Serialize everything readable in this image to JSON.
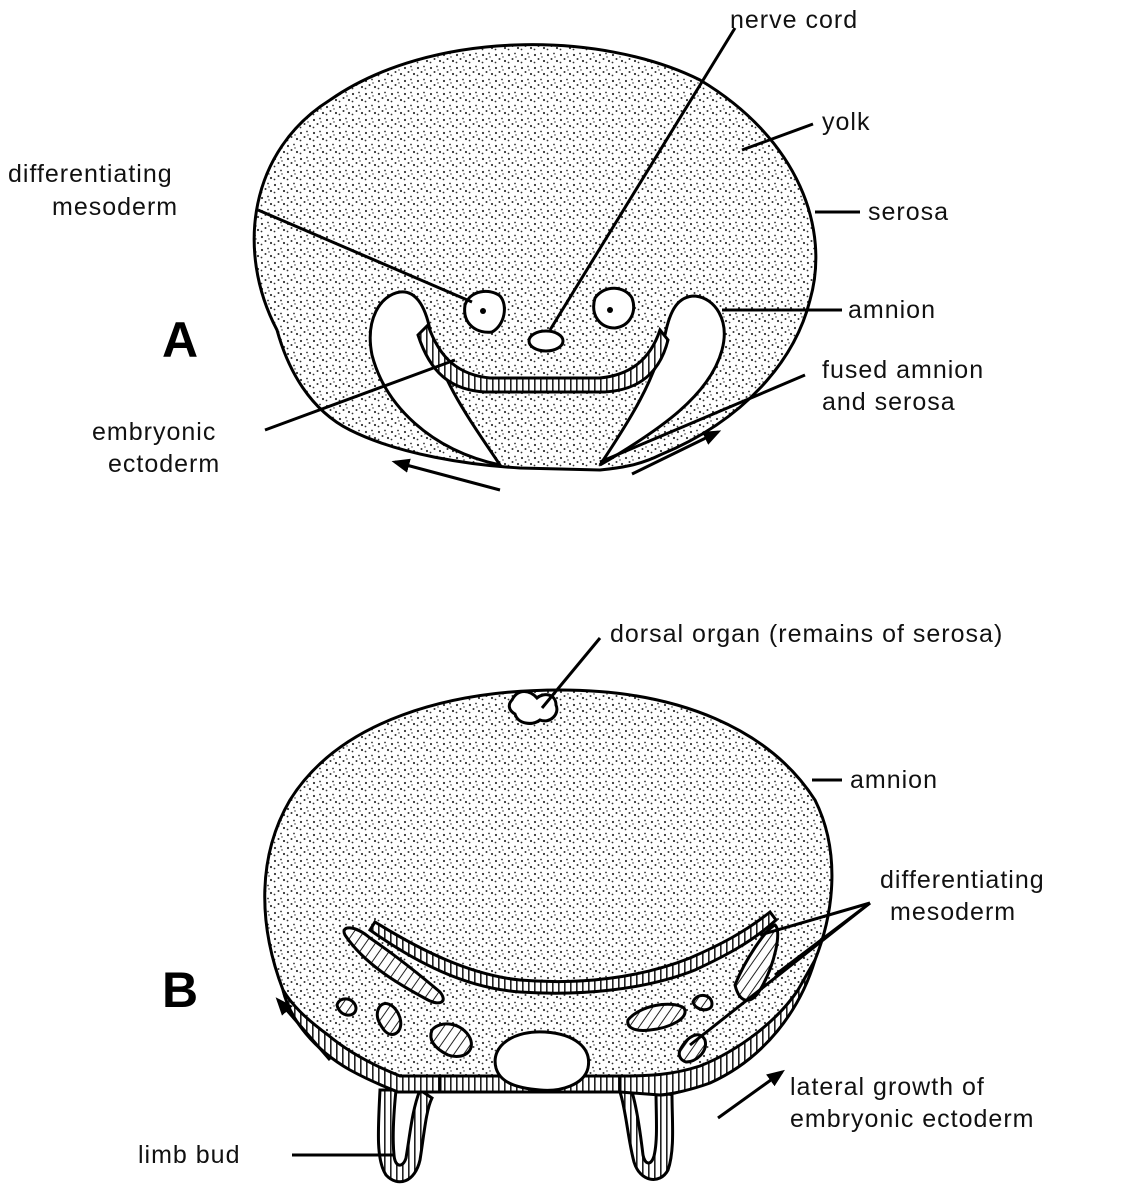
{
  "panel_a": {
    "letter": "A",
    "labels": {
      "nerve_cord": "nerve cord",
      "yolk": "yolk",
      "diff_mesoderm_1": "differentiating",
      "diff_mesoderm_2": "mesoderm",
      "serosa": "serosa",
      "amnion": "amnion",
      "fused_1": "fused amnion",
      "fused_2": "and serosa",
      "ecto_1": "embryonic",
      "ecto_2": "ectoderm"
    }
  },
  "panel_b": {
    "letter": "B",
    "labels": {
      "dorsal_organ": "dorsal organ (remains of serosa)",
      "amnion": "amnion",
      "diff_mesoderm_1": "differentiating",
      "diff_mesoderm_2": "mesoderm",
      "lateral_1": "lateral growth of",
      "lateral_2": "embryonic ectoderm",
      "limb_bud": "limb bud"
    }
  }
}
